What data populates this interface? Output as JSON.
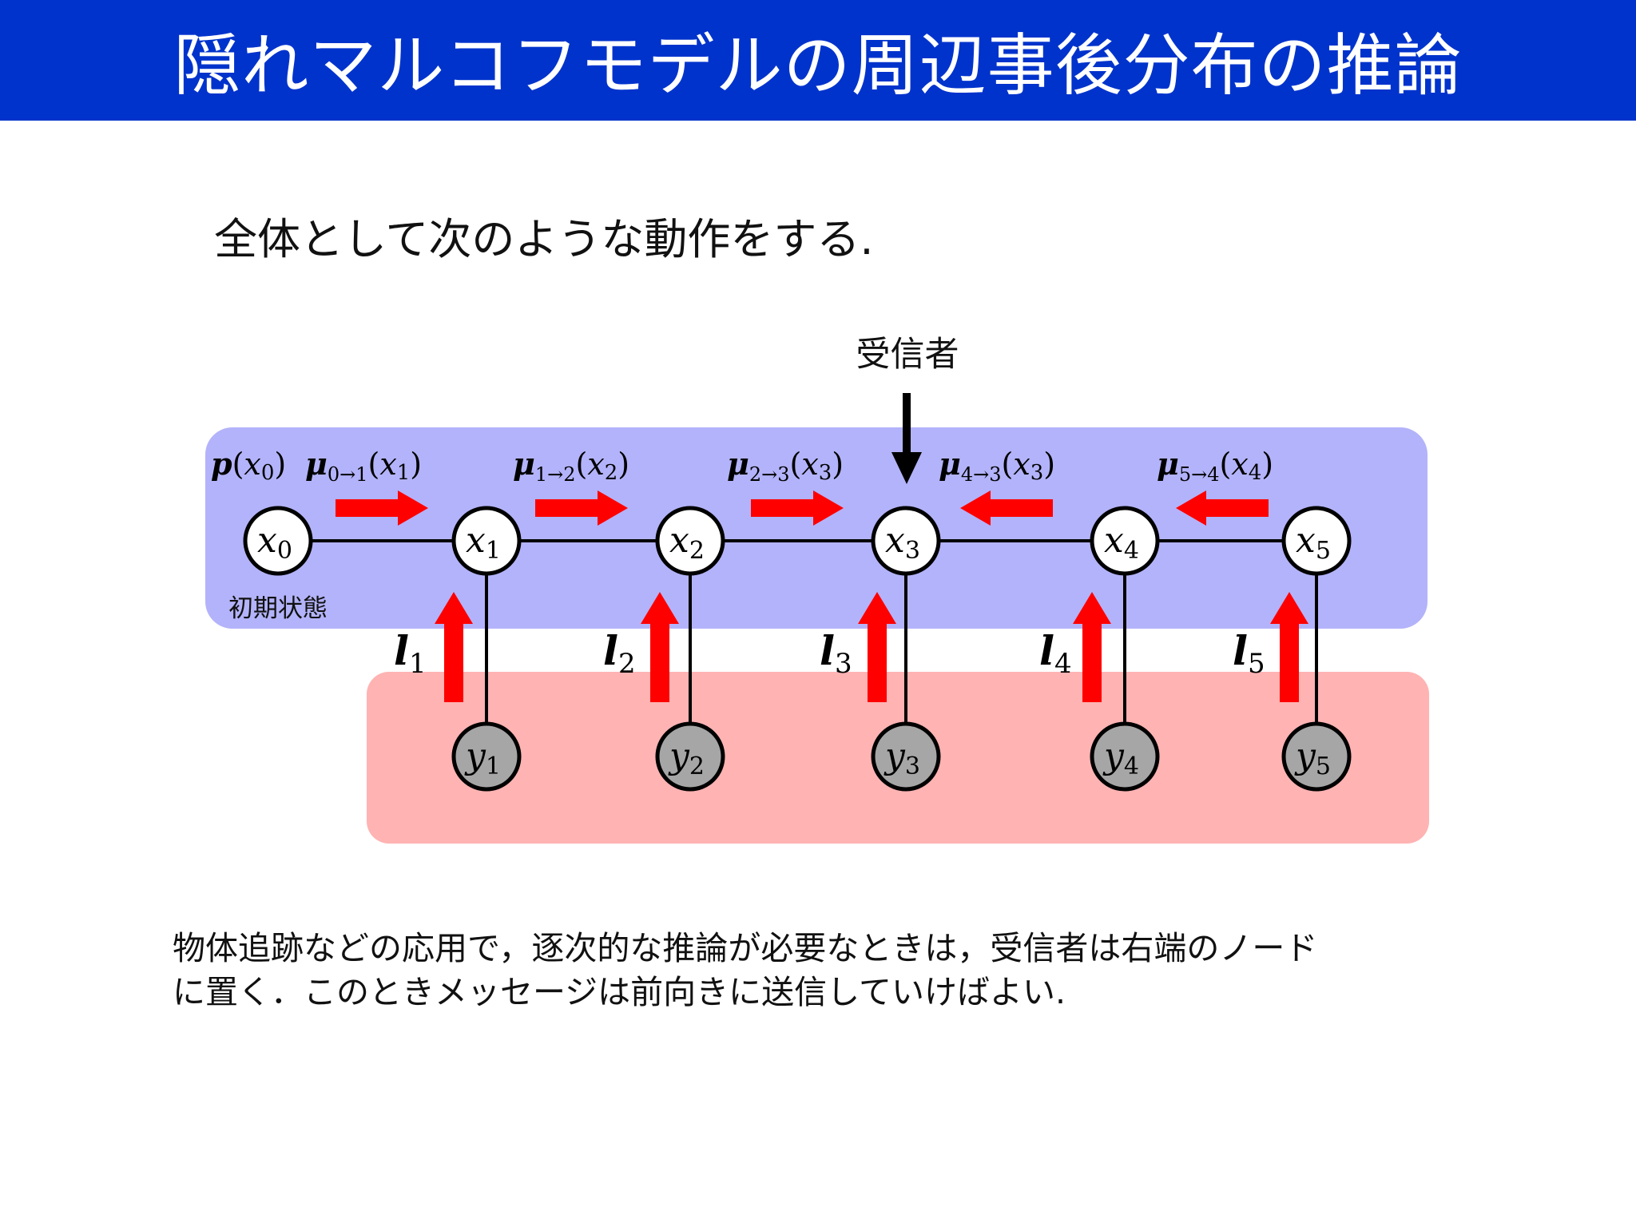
{
  "title": "隠れマルコフモデルの周辺事後分布の推論",
  "intro": "全体として次のような動作をする.",
  "receiver_label": "受信者",
  "initial_state_label": "初期状態",
  "prior": {
    "p": "p",
    "arg": "x",
    "arg_sub": "0"
  },
  "hidden_nodes": [
    {
      "sym": "x",
      "sub": "0"
    },
    {
      "sym": "x",
      "sub": "1"
    },
    {
      "sym": "x",
      "sub": "2"
    },
    {
      "sym": "x",
      "sub": "3"
    },
    {
      "sym": "x",
      "sub": "4"
    },
    {
      "sym": "x",
      "sub": "5"
    }
  ],
  "observed_nodes": [
    {
      "sym": "y",
      "sub": "1"
    },
    {
      "sym": "y",
      "sub": "2"
    },
    {
      "sym": "y",
      "sub": "3"
    },
    {
      "sym": "y",
      "sub": "4"
    },
    {
      "sym": "y",
      "sub": "5"
    }
  ],
  "messages": [
    {
      "sym": "μ",
      "sub": "0→1",
      "arg": "x",
      "arg_sub": "1",
      "direction": "right"
    },
    {
      "sym": "μ",
      "sub": "1→2",
      "arg": "x",
      "arg_sub": "2",
      "direction": "right"
    },
    {
      "sym": "μ",
      "sub": "2→3",
      "arg": "x",
      "arg_sub": "3",
      "direction": "right"
    },
    {
      "sym": "μ",
      "sub": "4→3",
      "arg": "x",
      "arg_sub": "3",
      "direction": "left"
    },
    {
      "sym": "μ",
      "sub": "5→4",
      "arg": "x",
      "arg_sub": "4",
      "direction": "left"
    }
  ],
  "likelihoods": [
    {
      "sym": "l",
      "sub": "1"
    },
    {
      "sym": "l",
      "sub": "2"
    },
    {
      "sym": "l",
      "sub": "3"
    },
    {
      "sym": "l",
      "sub": "4"
    },
    {
      "sym": "l",
      "sub": "5"
    }
  ],
  "note_lines": [
    "物体追跡などの応用で，逐次的な推論が必要なときは，受信者は右端のノード",
    "に置く．このときメッセージは前向きに送信していけばよい."
  ],
  "colors": {
    "title_bg": "#0033cc",
    "hidden_region": "#b3b3fb",
    "observed_region": "#ffb3b3",
    "message_arrow": "#ff0000",
    "observed_node": "#a6a6a6",
    "hidden_node": "#ffffff"
  }
}
